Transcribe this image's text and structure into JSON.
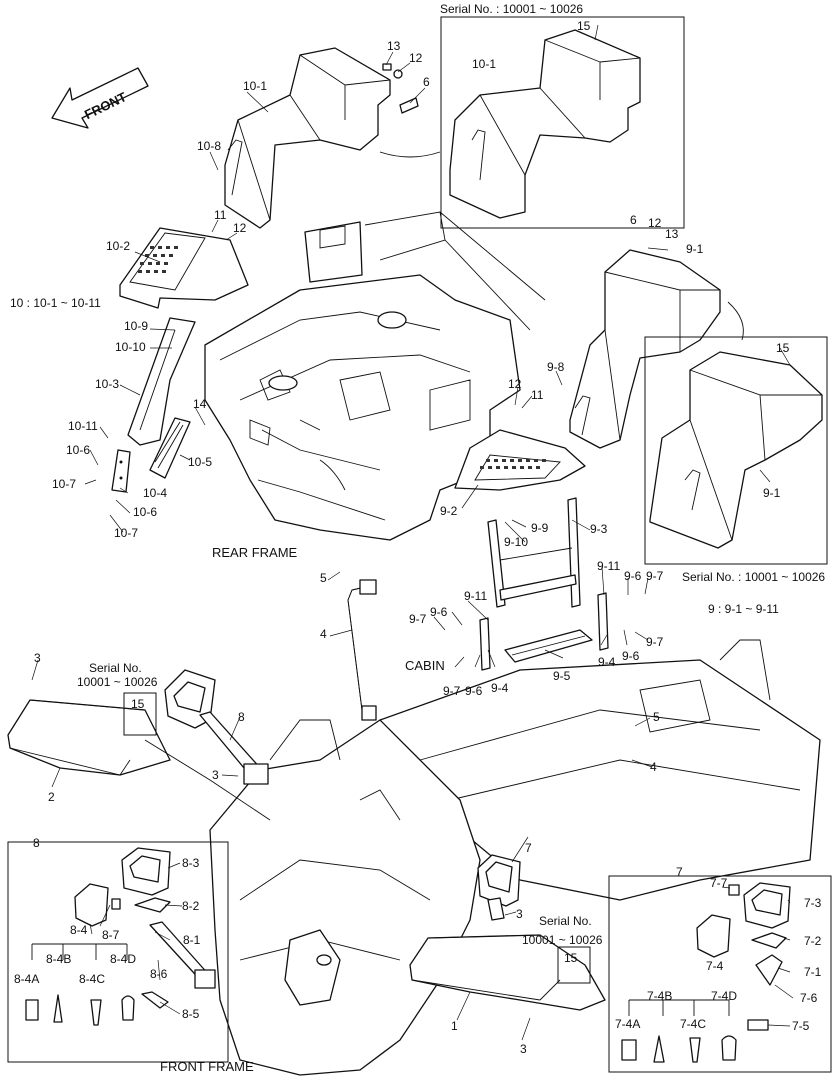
{
  "direction_arrow": {
    "label": "FRONT"
  },
  "sections": {
    "rear_frame": "REAR FRAME",
    "front_frame": "FRONT FRAME",
    "cabin": "CABIN"
  },
  "group_notes": {
    "group10": "10 : 10-1 ~ 10-11",
    "group9": "9 : 9-1 ~ 9-11"
  },
  "serial_notes": {
    "top_right": "Serial No. : 10001 ~ 10026",
    "right_mid": "Serial No. : 10001 ~ 10026",
    "left_line1": "Serial No.",
    "left_line2": "10001 ~ 10026",
    "bottom_line1": "Serial No.",
    "bottom_line2": "10001 ~ 10026"
  },
  "boxed_refs": {
    "left": "15",
    "bottom": "15"
  },
  "inset_titles": {
    "lamp8": "8",
    "lamp7": "7"
  },
  "labels": {
    "p13a": "13",
    "p12a": "12",
    "p6a": "6",
    "p10_1": "10-1",
    "p10_8": "10-8",
    "p11a": "11",
    "p12b": "12",
    "p10_2": "10-2",
    "p10_9": "10-9",
    "p10_10": "10-10",
    "p10_3": "10-3",
    "p14": "14",
    "p10_11": "10-11",
    "p10_6a": "10-6",
    "p10_7a": "10-7",
    "p10_5": "10-5",
    "p10_4": "10-4",
    "p10_6b": "10-6",
    "p10_7b": "10-7",
    "p15_top": "15",
    "p10_1_inset": "10-1",
    "p6b": "6",
    "p12c": "12",
    "p13b": "13",
    "p9_1": "9-1",
    "p15_right": "15",
    "p9_1_inset": "9-1",
    "p9_8": "9-8",
    "p12d": "12",
    "p11b": "11",
    "p9_2": "9-2",
    "p9_3": "9-3",
    "p9_9": "9-9",
    "p9_10": "9-10",
    "p9_11a": "9-11",
    "p9_11b": "9-11",
    "p9_6a": "9-6",
    "p9_7a": "9-7",
    "p9_7b": "9-7",
    "p9_6b": "9-6",
    "p9_7c": "9-7",
    "p9_4a": "9-4",
    "p9_6c": "9-6",
    "p9_7d": "9-7",
    "p9_6d": "9-6",
    "p9_4b": "9-4",
    "p9_5": "9-5",
    "p5a": "5",
    "p4a": "4",
    "p3a": "3",
    "p2": "2",
    "p8": "8",
    "p3b": "3",
    "p5b": "5",
    "p4b": "4",
    "p7": "7",
    "p3c": "3",
    "p1": "1",
    "p3d": "3",
    "i8_3": "8-3",
    "i8_2": "8-2",
    "i8_4": "8-4",
    "i8_7": "8-7",
    "i8_1": "8-1",
    "i8_4A": "8-4A",
    "i8_4B": "8-4B",
    "i8_4C": "8-4C",
    "i8_4D": "8-4D",
    "i8_6": "8-6",
    "i8_5": "8-5",
    "i7_7": "7-7",
    "i7_3": "7-3",
    "i7_2": "7-2",
    "i7_4": "7-4",
    "i7_1": "7-1",
    "i7_6": "7-6",
    "i7_4A": "7-4A",
    "i7_4B": "7-4B",
    "i7_4C": "7-4C",
    "i7_4D": "7-4D",
    "i7_5": "7-5"
  }
}
